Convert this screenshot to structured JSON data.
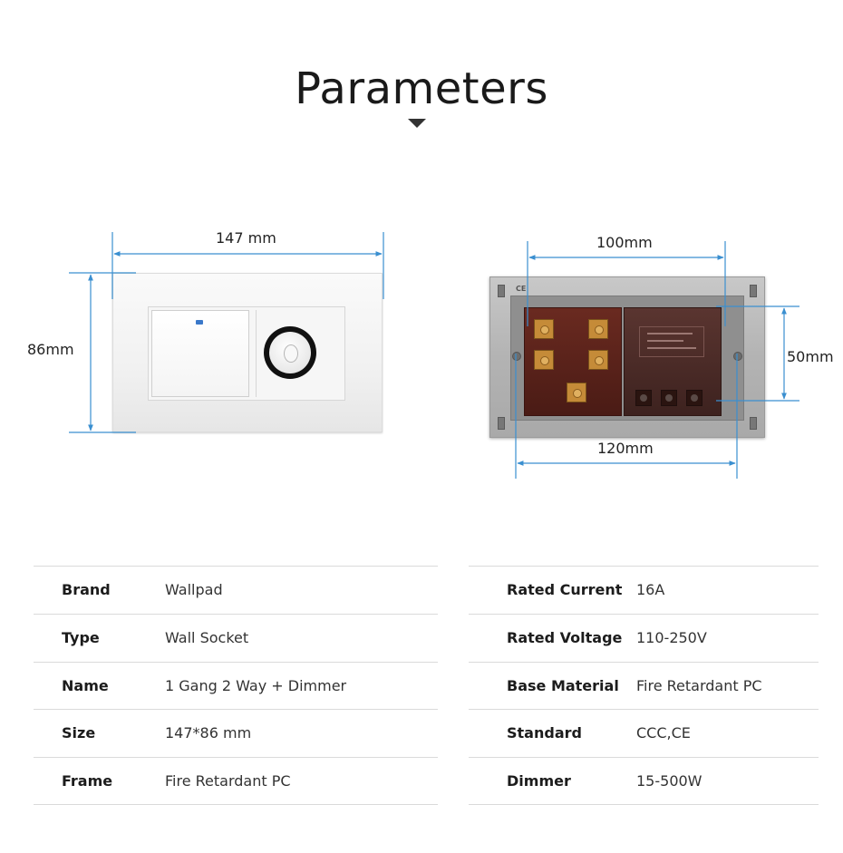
{
  "title": "Parameters",
  "colors": {
    "dimension_line": "#3a8fd0",
    "title_text": "#1a1a1a",
    "socket_body": "#5a2219",
    "divider": "#dadada"
  },
  "front_view": {
    "width_label": "147 mm",
    "height_label": "86mm"
  },
  "back_view": {
    "top_width_label": "100mm",
    "bottom_width_label": "120mm",
    "height_label": "50mm",
    "mark": "CE"
  },
  "specs_left": [
    {
      "label": "Brand",
      "value": "Wallpad"
    },
    {
      "label": "Type",
      "value": "Wall Socket"
    },
    {
      "label": "Name",
      "value": "1 Gang 2 Way + Dimmer"
    },
    {
      "label": "Size",
      "value": "147*86 mm"
    },
    {
      "label": "Frame",
      "value": "Fire Retardant PC"
    }
  ],
  "specs_right": [
    {
      "label": "Rated Current",
      "value": "16A"
    },
    {
      "label": "Rated Voltage",
      "value": "110-250V"
    },
    {
      "label": "Base Material",
      "value": "Fire Retardant PC"
    },
    {
      "label": "Standard",
      "value": "CCC,CE"
    },
    {
      "label": "Dimmer",
      "value": "15-500W"
    }
  ]
}
